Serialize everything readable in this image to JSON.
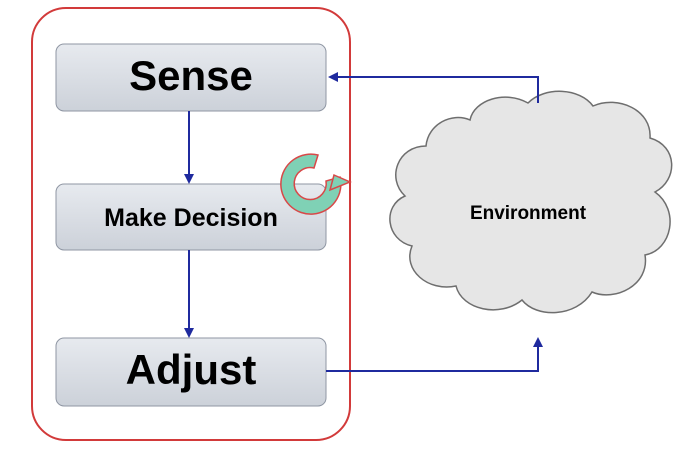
{
  "diagram": {
    "nodes": {
      "sense": "Sense",
      "decide": "Make Decision",
      "adjust": "Adjust",
      "environment": "Environment"
    },
    "icons": {
      "cycle": "circular-arrow-icon"
    },
    "colors": {
      "container_border": "#d23a3a",
      "box_fill": "#d9dde4",
      "box_border": "#8f96a3",
      "arrow": "#1f2a9e",
      "cloud_fill": "#e6e6e6",
      "cloud_border": "#6e6e6e",
      "cycle_fill": "#7fd1b5",
      "cycle_border": "#d84848"
    }
  }
}
